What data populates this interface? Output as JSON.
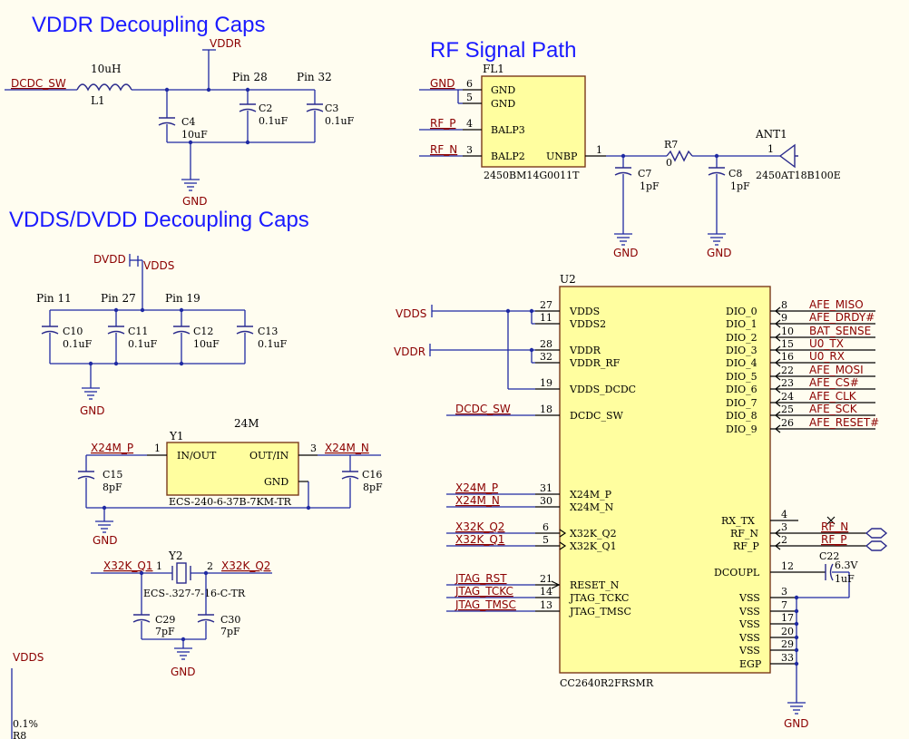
{
  "titles": {
    "vddr": "VDDR Decoupling Caps",
    "rf": "RF Signal Path",
    "vdds": "VDDS/DVDD Decoupling Caps"
  },
  "nets": {
    "vddr": "VDDR",
    "vdds": "VDDS",
    "dvdd": "DVDD",
    "gnd": "GND",
    "dcdc_sw": "DCDC_SW",
    "rf_p": "RF_P",
    "rf_n": "RF_N",
    "x24m_p": "X24M_P",
    "x24m_n": "X24M_N",
    "x32k_q1": "X32K_Q1",
    "x32k_q2": "X32K_Q2",
    "jtag_rst": "JTAG_RST",
    "jtag_tckc": "JTAG_TCKC",
    "jtag_tmsc": "JTAG_TMSC"
  },
  "pin_labels": {
    "pin28": "Pin 28",
    "pin32": "Pin 32",
    "pin11": "Pin 11",
    "pin27": "Pin 27",
    "pin19": "Pin 19"
  },
  "parts": {
    "l1": {
      "ref": "L1",
      "value": "10uH"
    },
    "c4": {
      "ref": "C4",
      "value": "10uF"
    },
    "c2": {
      "ref": "C2",
      "value": "0.1uF"
    },
    "c3": {
      "ref": "C3",
      "value": "0.1uF"
    },
    "c10": {
      "ref": "C10",
      "value": "0.1uF"
    },
    "c11": {
      "ref": "C11",
      "value": "0.1uF"
    },
    "c12": {
      "ref": "C12",
      "value": "10uF"
    },
    "c13": {
      "ref": "C13",
      "value": "0.1uF"
    },
    "c15": {
      "ref": "C15",
      "value": "8pF"
    },
    "c16": {
      "ref": "C16",
      "value": "8pF"
    },
    "c29": {
      "ref": "C29",
      "value": "7pF"
    },
    "c30": {
      "ref": "C30",
      "value": "7pF"
    },
    "c7": {
      "ref": "C7",
      "value": "1pF"
    },
    "c8": {
      "ref": "C8",
      "value": "1pF"
    },
    "c22": {
      "ref": "C22",
      "value": "1uF",
      "voltage": "6.3V"
    },
    "r7": {
      "ref": "R7",
      "value": "0"
    },
    "r8": {
      "ref": "R8",
      "value": "0.1%"
    },
    "y1": {
      "ref": "Y1",
      "freq": "24M",
      "part": "ECS-240-6-37B-7KM-TR",
      "pin_in": "IN/OUT",
      "pin_out": "OUT/IN",
      "pin_gnd": "GND",
      "p1": "1",
      "p3": "3"
    },
    "y2": {
      "ref": "Y2",
      "part": "ECS-.327-7-16-C-TR",
      "p1": "1",
      "p2": "2"
    },
    "fl1": {
      "ref": "FL1",
      "part": "2450BM14G0011T",
      "p_gnd1": "GND",
      "p_gnd2": "GND",
      "p_balp3": "BALP3",
      "p_balp2": "BALP2",
      "p_unbp": "UNBP",
      "n6": "6",
      "n5": "5",
      "n4": "4",
      "n3": "3",
      "n1": "1"
    },
    "ant1": {
      "ref": "ANT1",
      "part": "2450AT18B100E",
      "n1": "1"
    },
    "u2": {
      "ref": "U2",
      "part": "CC2640R2FRSMR"
    }
  },
  "u2_left": [
    {
      "num": "27",
      "name": "VDDS"
    },
    {
      "num": "11",
      "name": "VDDS2"
    },
    {
      "num": "28",
      "name": "VDDR"
    },
    {
      "num": "32",
      "name": "VDDR_RF"
    },
    {
      "num": "19",
      "name": "VDDS_DCDC"
    },
    {
      "num": "18",
      "name": "DCDC_SW"
    },
    {
      "num": "31",
      "name": "X24M_P"
    },
    {
      "num": "30",
      "name": "X24M_N"
    },
    {
      "num": "6",
      "name": "X32K_Q2"
    },
    {
      "num": "5",
      "name": "X32K_Q1"
    },
    {
      "num": "21",
      "name": "RESET_N"
    },
    {
      "num": "14",
      "name": "JTAG_TCKC"
    },
    {
      "num": "13",
      "name": "JTAG_TMSC"
    }
  ],
  "u2_right": [
    {
      "num": "8",
      "name": "DIO_0",
      "net": "AFE_MISO"
    },
    {
      "num": "9",
      "name": "DIO_1",
      "net": "AFE_DRDY#"
    },
    {
      "num": "10",
      "name": "DIO_2",
      "net": "BAT_SENSE"
    },
    {
      "num": "15",
      "name": "DIO_3",
      "net": "U0_TX"
    },
    {
      "num": "16",
      "name": "DIO_4",
      "net": "U0_RX"
    },
    {
      "num": "22",
      "name": "DIO_5",
      "net": "AFE_MOSI"
    },
    {
      "num": "23",
      "name": "DIO_6",
      "net": "AFE_CS#"
    },
    {
      "num": "24",
      "name": "DIO_7",
      "net": "AFE_CLK"
    },
    {
      "num": "25",
      "name": "DIO_8",
      "net": "AFE_SCK"
    },
    {
      "num": "26",
      "name": "DIO_9",
      "net": "AFE_RESET#"
    }
  ],
  "u2_right_lower": [
    {
      "num": "4",
      "name": "RX_TX"
    },
    {
      "num": "3",
      "name": "RF_N",
      "net": "RF_N"
    },
    {
      "num": "2",
      "name": "RF_P",
      "net": "RF_P"
    },
    {
      "num": "12",
      "name": "DCOUPL"
    },
    {
      "num": "3",
      "name": "VSS"
    },
    {
      "num": "7",
      "name": "VSS"
    },
    {
      "num": "17",
      "name": "VSS"
    },
    {
      "num": "20",
      "name": "VSS"
    },
    {
      "num": "29",
      "name": "VSS"
    },
    {
      "num": "33",
      "name": "EGP"
    }
  ]
}
